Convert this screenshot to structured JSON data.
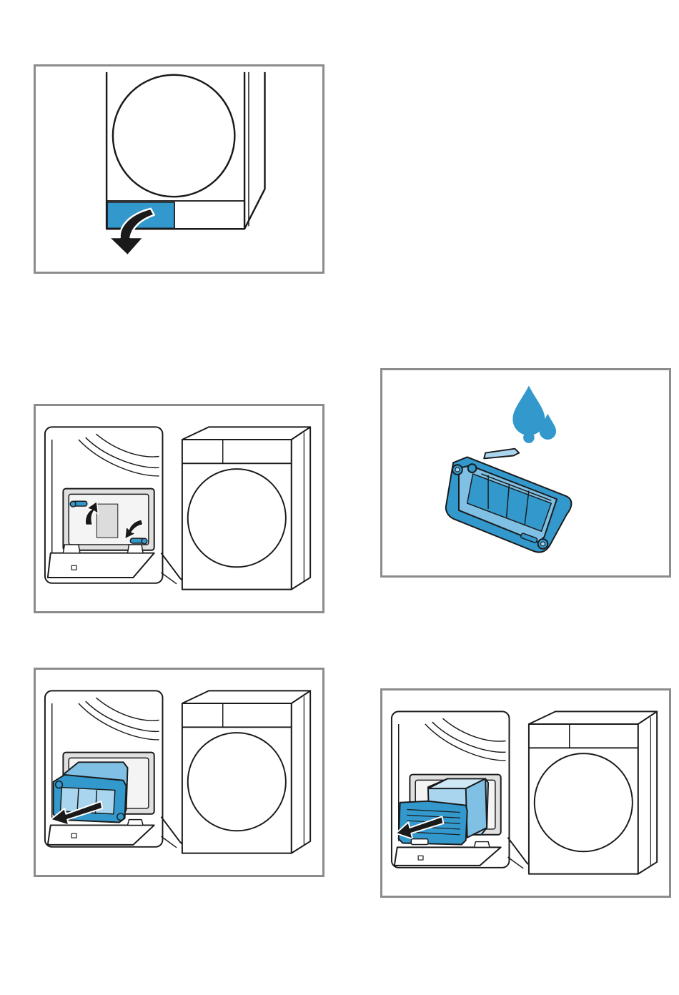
{
  "colors": {
    "accent_blue": "#3398cc",
    "light_blue": "#a9d6ee",
    "frame_gray": "#8c8c8c",
    "line": "#1a1a1a",
    "light_gray_fill": "#ececec"
  },
  "steps": [
    {
      "id": "step-open-maintenance-flap",
      "icons": [
        "dryer-front-icon",
        "maintenance-flap-icon",
        "pull-down-arrow-icon"
      ]
    },
    {
      "id": "step-unlock-levers",
      "icons": [
        "zoom-inset-icon",
        "lever-up-arrow-icon",
        "lever-down-arrow-icon",
        "dryer-icon"
      ]
    },
    {
      "id": "step-pull-out-container",
      "icons": [
        "zoom-inset-icon",
        "condenser-cover-icon",
        "pull-out-arrow-icon",
        "dryer-icon"
      ]
    },
    {
      "id": "step-drain-water",
      "icons": [
        "water-drop-icon",
        "condenser-cover-icon"
      ]
    },
    {
      "id": "step-remove-heat-exchanger",
      "icons": [
        "zoom-inset-icon",
        "heat-exchanger-icon",
        "pull-out-arrow-icon",
        "dryer-icon"
      ]
    }
  ]
}
